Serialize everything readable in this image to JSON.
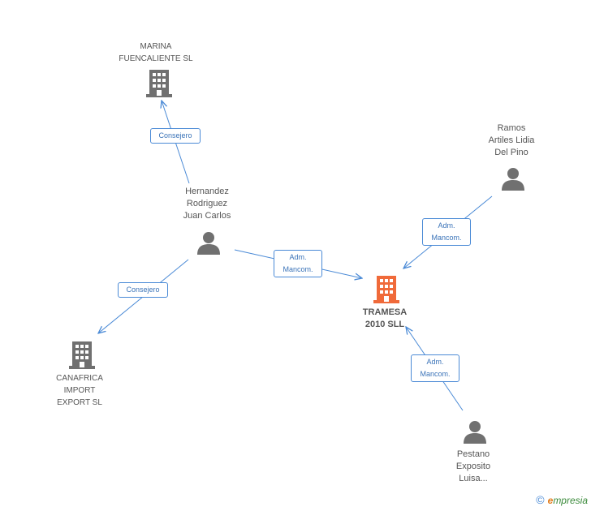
{
  "nodes": {
    "marina": {
      "label": "MARINA\nFUENCALIENTE SL",
      "type": "company"
    },
    "canafrica": {
      "label": "CANAFRICA\nIMPORT\nEXPORT SL",
      "type": "company"
    },
    "tramesa": {
      "label": "TRAMESA\n2010 SLL",
      "type": "company-main"
    },
    "hernandez": {
      "label": "Hernandez\nRodriguez\nJuan Carlos",
      "type": "person"
    },
    "ramos": {
      "label": "Ramos\nArtiles Lidia\nDel Pino",
      "type": "person"
    },
    "pestano": {
      "label": "Pestano\nExposito\nLuisa...",
      "type": "person"
    }
  },
  "edges": [
    {
      "from": "hernandez",
      "to": "marina",
      "label": "Consejero"
    },
    {
      "from": "hernandez",
      "to": "canafrica",
      "label": "Consejero"
    },
    {
      "from": "hernandez",
      "to": "tramesa",
      "label": "Adm.\nMancom."
    },
    {
      "from": "ramos",
      "to": "tramesa",
      "label": "Adm.\nMancom."
    },
    {
      "from": "pestano",
      "to": "tramesa",
      "label": "Adm.\nMancom."
    }
  ],
  "colors": {
    "edge": "#4a8ad6",
    "icon": "#707070",
    "main_icon": "#f06a3a"
  },
  "footer": {
    "copyright": "©",
    "brand_initial": "e",
    "brand_rest": "mpresia"
  }
}
